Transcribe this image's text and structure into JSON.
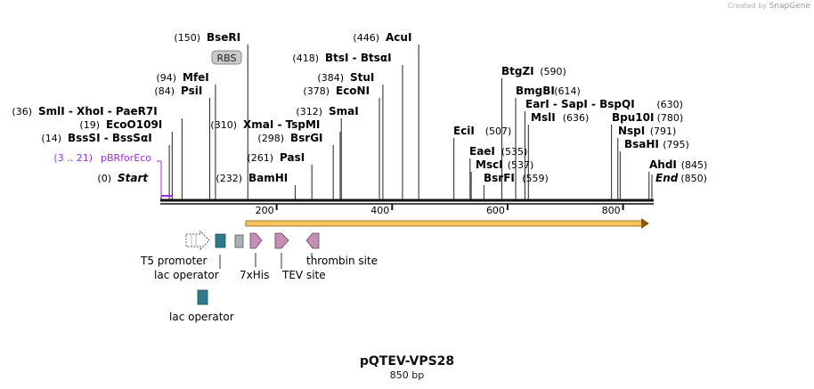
{
  "credit": {
    "prefix": "Created by",
    "brand": "SnapGene"
  },
  "plasmid": {
    "name": "pQTEV-VPS28",
    "length_label": "850 bp",
    "length": 850
  },
  "ruler": {
    "ticks": [
      200,
      400,
      600,
      800
    ]
  },
  "primer": {
    "label": "pBRforEco",
    "range": "(3 .. 21)",
    "color": "#9b30d9"
  },
  "sites": [
    {
      "name": "BseRI",
      "pos_label": "(150)",
      "pos": 150
    },
    {
      "name": "AcuI",
      "pos_label": "(446)",
      "pos": 446
    },
    {
      "name": "BtsI - BtsαI",
      "pos_label": "(418)",
      "pos": 418
    },
    {
      "name": "MfeI",
      "pos_label": "(94)",
      "pos": 94
    },
    {
      "name": "StuI",
      "pos_label": "(384)",
      "pos": 384
    },
    {
      "name": "PsiI",
      "pos_label": "(84)",
      "pos": 84
    },
    {
      "name": "EcoNI",
      "pos_label": "(378)",
      "pos": 378
    },
    {
      "name": "SmlI - XhoI - PaeR7I",
      "pos_label": "(36)",
      "pos": 36
    },
    {
      "name": "SmaI",
      "pos_label": "(312)",
      "pos": 312
    },
    {
      "name": "EcoO109I",
      "pos_label": "(19)",
      "pos": 19
    },
    {
      "name": "XmaI - TspMI",
      "pos_label": "(310)",
      "pos": 310
    },
    {
      "name": "BssSI - BssSαI",
      "pos_label": "(14)",
      "pos": 14
    },
    {
      "name": "BsrGI",
      "pos_label": "(298)",
      "pos": 298
    },
    {
      "name": "PasI",
      "pos_label": "(261)",
      "pos": 261
    },
    {
      "name": "BamHI",
      "pos_label": "(232)",
      "pos": 232
    },
    {
      "name": "Start",
      "pos_label": "(0)",
      "pos": 0
    },
    {
      "name": "BtgZI",
      "pos_label": "(590)",
      "pos": 590
    },
    {
      "name": "BmgBI",
      "pos_label": "(614)",
      "pos": 614
    },
    {
      "name": "EarI - SapI - BspQI",
      "pos_label": "(630)",
      "pos": 630
    },
    {
      "name": "MslI",
      "pos_label": "(636)",
      "pos": 636
    },
    {
      "name": "Bpu10I",
      "pos_label": "(780)",
      "pos": 780
    },
    {
      "name": "EciI",
      "pos_label": "(507)",
      "pos": 507
    },
    {
      "name": "NspI",
      "pos_label": "(791)",
      "pos": 791
    },
    {
      "name": "EaeI",
      "pos_label": "(535)",
      "pos": 535
    },
    {
      "name": "BsaHI",
      "pos_label": "(795)",
      "pos": 795
    },
    {
      "name": "MscI",
      "pos_label": "(537)",
      "pos": 537
    },
    {
      "name": "AhdI",
      "pos_label": "(845)",
      "pos": 845
    },
    {
      "name": "BsrFI",
      "pos_label": "(559)",
      "pos": 559
    },
    {
      "name": "End",
      "pos_label": "(850)",
      "pos": 850
    }
  ],
  "rbs_label": "RBS",
  "feature_labels": {
    "t5_promoter": "T5 promoter",
    "lac_operator_1": "lac operator",
    "his": "7xHis",
    "tev": "TEV site",
    "thrombin": "thrombin site",
    "lac_operator_2": "lac operator"
  },
  "colors": {
    "lac_operator": "#2e7a8c",
    "his": "#a9b0b8",
    "tev": "#c58fb5",
    "orf_fill": "#f6c45a",
    "orf_stroke": "#8a5a10",
    "primer": "#9b30d9"
  }
}
